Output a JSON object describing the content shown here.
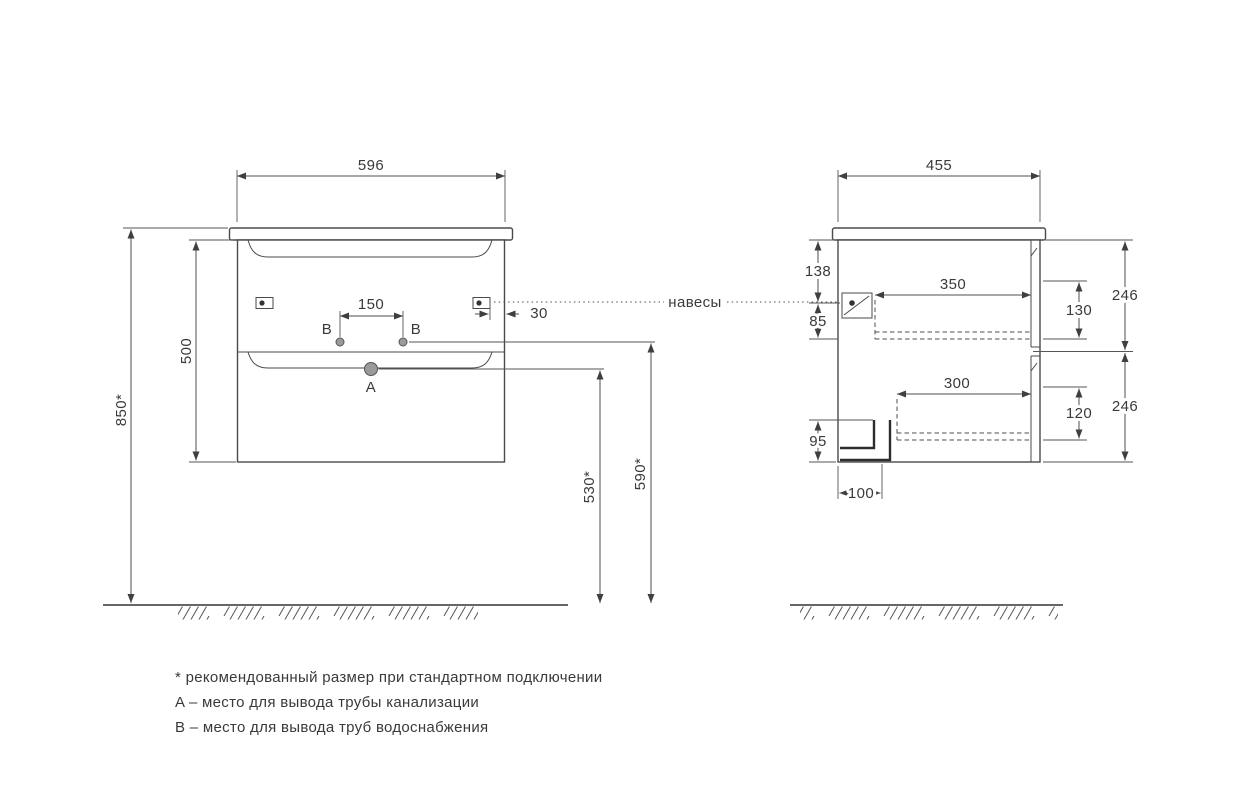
{
  "front_view": {
    "width": "596",
    "cabinet_height": "500",
    "install_height": "850*",
    "supply_spacing": "150",
    "hanger_offset": "30",
    "drain_height": "530*",
    "supply_height": "590*",
    "point_a": "A",
    "point_b_left": "B",
    "point_b_right": "B"
  },
  "side_view": {
    "depth": "455",
    "top_to_hanger": "138",
    "hanger_drop": "85",
    "top_drawer_depth": "350",
    "top_drawer_height": "130",
    "top_front_height": "246",
    "bottom_drawer_depth": "300",
    "bottom_drawer_height": "120",
    "bottom_front_height": "246",
    "bottom_cutout_height": "95",
    "pipe_offset": "100"
  },
  "callouts": {
    "hangers": "навесы"
  },
  "notes": {
    "recommended": "* рекомендованный размер при стандартном подключении",
    "point_a": "A – место для вывода трубы канализации",
    "point_b": "B – место для вывода труб водоснабжения"
  },
  "colors": {
    "line": "#4a4a4a",
    "text": "#3a3a3a",
    "accent_fill": "#9a9a9a"
  }
}
